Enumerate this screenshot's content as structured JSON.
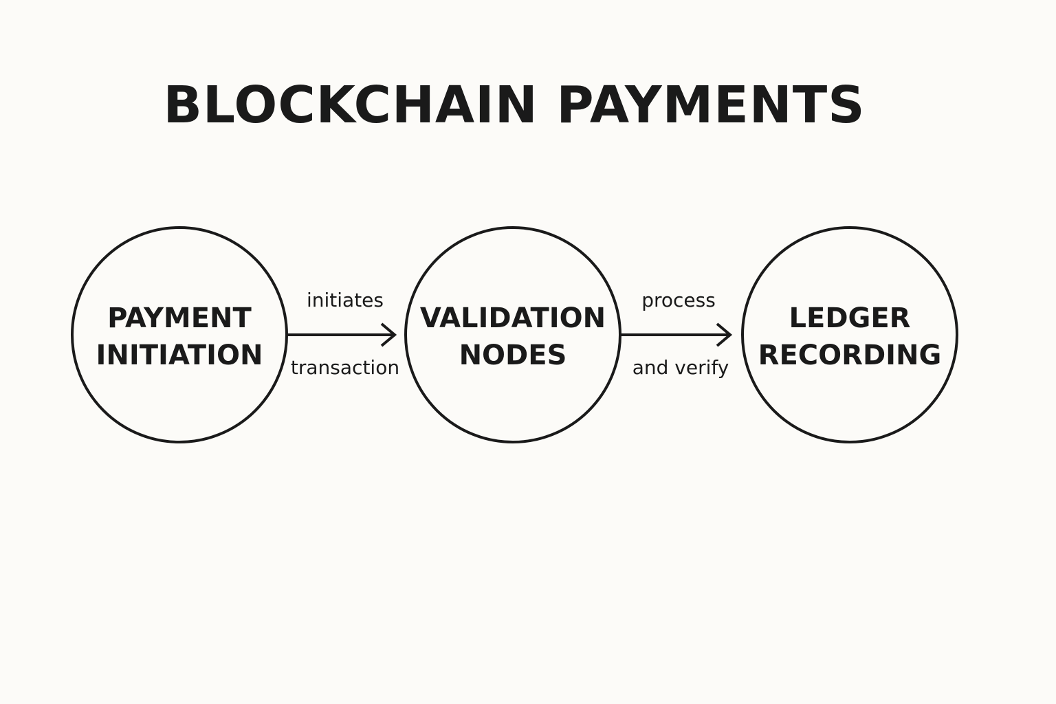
{
  "title": "BLOCKCHAIN PAYMENTS",
  "nodes": [
    {
      "line1": "PAYMENT",
      "line2": "INITIATION"
    },
    {
      "line1": "VALIDATION",
      "line2": "NODES"
    },
    {
      "line1": "LEDGER",
      "line2": "RECORDING"
    }
  ],
  "edges": [
    {
      "top": "initiates",
      "bottom": "transaction"
    },
    {
      "top": "process",
      "bottom": "and verify"
    }
  ],
  "colors": {
    "background": "#fcfbf8",
    "ink": "#1a1a1a"
  }
}
